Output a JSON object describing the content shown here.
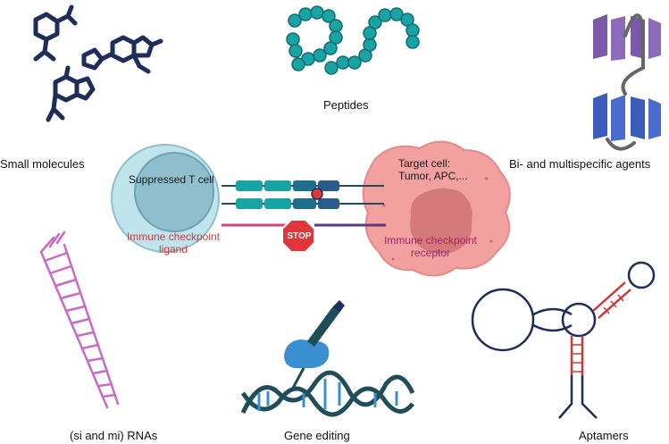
{
  "labels": {
    "small_molecules": "Small molecules",
    "peptides": "Peptides",
    "bispecific": "Bi- and multispecific agents",
    "rnas": "(si and mi) RNAs",
    "gene_editing": "Gene editing",
    "aptamers": "Aptamers"
  },
  "center": {
    "t_cell": "Suppressed T cell",
    "target_cell_line1": "Target cell:",
    "target_cell_line2": "Tumor, APC,...",
    "ligand_line1": "Immune checkpoint",
    "ligand_line2": "ligand",
    "receptor_line1": "Immune checkpoint",
    "receptor_line2": "receptor",
    "stop_sign": "STOP"
  },
  "colors": {
    "navy": "#1f2d5a",
    "teal": "#1aa3a5",
    "purple": "#7a5aa8",
    "blue": "#3b5cb8",
    "pink": "#c96bc6",
    "cell_light": "#bfe4ec",
    "cell_dark": "#8fbfcc",
    "tumor": "#f2a0a0",
    "tumor_core": "#d57a7a",
    "stop": "#e0353b",
    "aptamer_navy": "#1f2d5a",
    "aptamer_red": "#c83a3a",
    "dna_blue": "#3a8fd0"
  }
}
